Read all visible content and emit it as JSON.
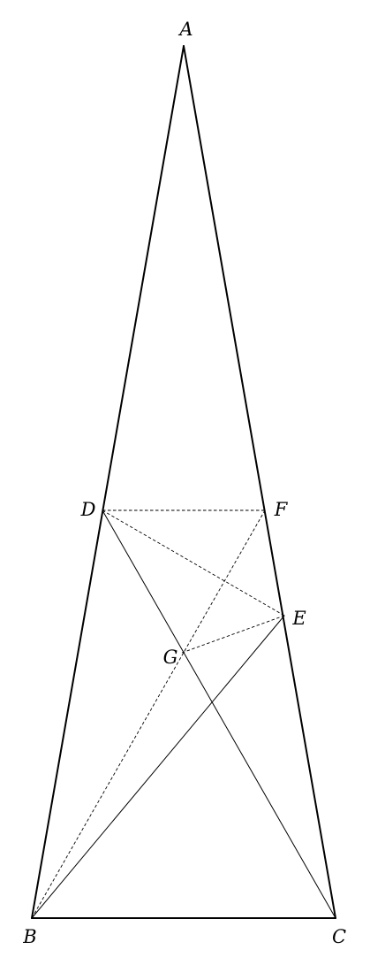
{
  "diagram": {
    "type": "geometry",
    "colors": {
      "line": "#000000",
      "background": "#ffffff"
    },
    "points": {
      "A": {
        "label": "A"
      },
      "B": {
        "label": "B"
      },
      "C": {
        "label": "C"
      },
      "D": {
        "label": "D"
      },
      "E": {
        "label": "E"
      },
      "F": {
        "label": "F"
      },
      "G": {
        "label": "G"
      }
    },
    "segments": [
      {
        "from": "A",
        "to": "B",
        "style": "thick"
      },
      {
        "from": "A",
        "to": "C",
        "style": "thick"
      },
      {
        "from": "B",
        "to": "C",
        "style": "thick"
      },
      {
        "from": "D",
        "to": "C",
        "style": "solid"
      },
      {
        "from": "B",
        "to": "E",
        "style": "solid"
      },
      {
        "from": "D",
        "to": "F",
        "style": "dashed"
      },
      {
        "from": "D",
        "to": "E",
        "style": "dashed"
      },
      {
        "from": "B",
        "to": "F",
        "style": "dashed"
      },
      {
        "from": "G",
        "to": "E",
        "style": "dashed"
      }
    ]
  }
}
